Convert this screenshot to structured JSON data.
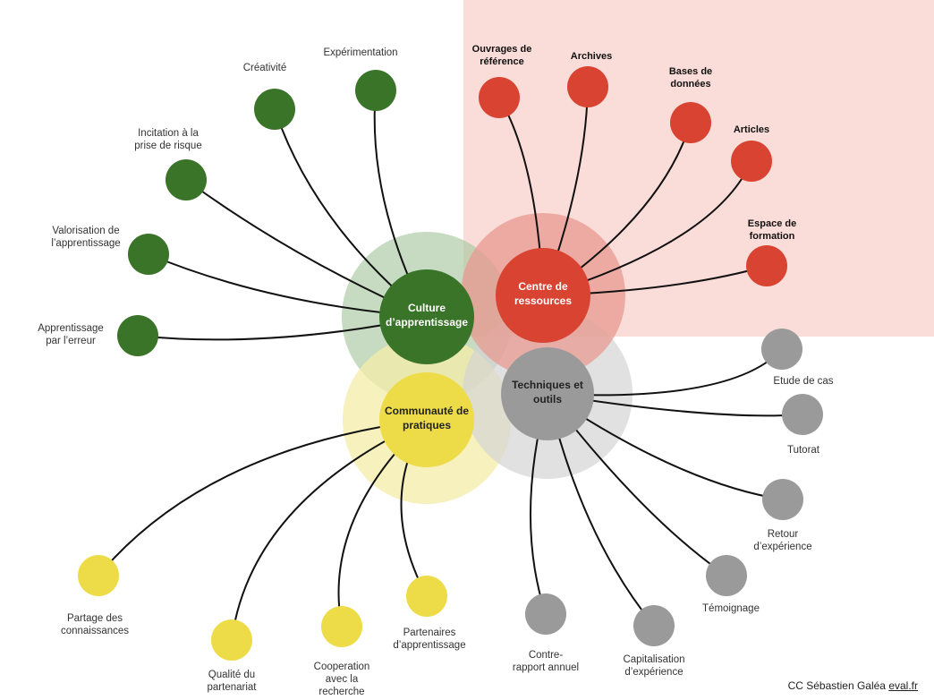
{
  "colors": {
    "green": "#3a7428",
    "green_halo": "#a8c8a0",
    "red": "#d94332",
    "red_halo": "#e89a90",
    "red_panel": "#fadcd8",
    "gray": "#9a9a9a",
    "gray_halo": "#d4d4d4",
    "yellow": "#eddc48",
    "yellow_halo": "#f4eca8",
    "connector": "#111111"
  },
  "hubs": {
    "culture": {
      "line1": "Culture",
      "line2": "d’apprentissage"
    },
    "centre": {
      "line1": "Centre de",
      "line2": "ressources"
    },
    "techniques": {
      "line1": "Techniques et",
      "line2": "outils"
    },
    "communaute": {
      "line1": "Communauté de",
      "line2": "pratiques"
    }
  },
  "branches": {
    "culture": [
      {
        "id": "apprentissage-erreur",
        "lines": [
          "Apprentissage",
          "par l’erreur"
        ]
      },
      {
        "id": "valorisation-apprentissage",
        "lines": [
          "Valorisation de",
          "l’apprentissage"
        ]
      },
      {
        "id": "incitation-risque",
        "lines": [
          "Incitation à la",
          "prise de risque"
        ]
      },
      {
        "id": "creativite",
        "lines": [
          "Créativité"
        ]
      },
      {
        "id": "experimentation",
        "lines": [
          "Expérimentation"
        ]
      }
    ],
    "centre": [
      {
        "id": "ouvrages-reference",
        "lines": [
          "Ouvrages de",
          "référence"
        ]
      },
      {
        "id": "archives",
        "lines": [
          "Archives"
        ]
      },
      {
        "id": "bases-donnees",
        "lines": [
          "Bases de",
          "données"
        ]
      },
      {
        "id": "articles",
        "lines": [
          "Articles"
        ]
      },
      {
        "id": "espace-formation",
        "lines": [
          "Espace de",
          "formation"
        ]
      }
    ],
    "techniques": [
      {
        "id": "etude-cas",
        "lines": [
          "Etude de cas"
        ]
      },
      {
        "id": "tutorat",
        "lines": [
          "Tutorat"
        ]
      },
      {
        "id": "retour-experience",
        "lines": [
          "Retour",
          "d’expérience"
        ]
      },
      {
        "id": "temoignage",
        "lines": [
          "Témoignage"
        ]
      },
      {
        "id": "capitalisation-experience",
        "lines": [
          "Capitalisation",
          "d’expérience"
        ]
      },
      {
        "id": "contre-rapport-annuel",
        "lines": [
          "Contre-",
          "rapport annuel"
        ]
      }
    ],
    "communaute": [
      {
        "id": "partage-connaissances",
        "lines": [
          "Partage des",
          "connaissances"
        ]
      },
      {
        "id": "qualite-partenariat",
        "lines": [
          "Qualité du",
          "partenariat"
        ]
      },
      {
        "id": "cooperation-recherche",
        "lines": [
          "Cooperation",
          "avec la",
          "recherche"
        ]
      },
      {
        "id": "partenaires-apprentissage",
        "lines": [
          "Partenaires",
          "d’apprentissage"
        ]
      }
    ]
  },
  "credit": {
    "text": "CC Sébastien Galéa ",
    "link": "eval.fr"
  }
}
